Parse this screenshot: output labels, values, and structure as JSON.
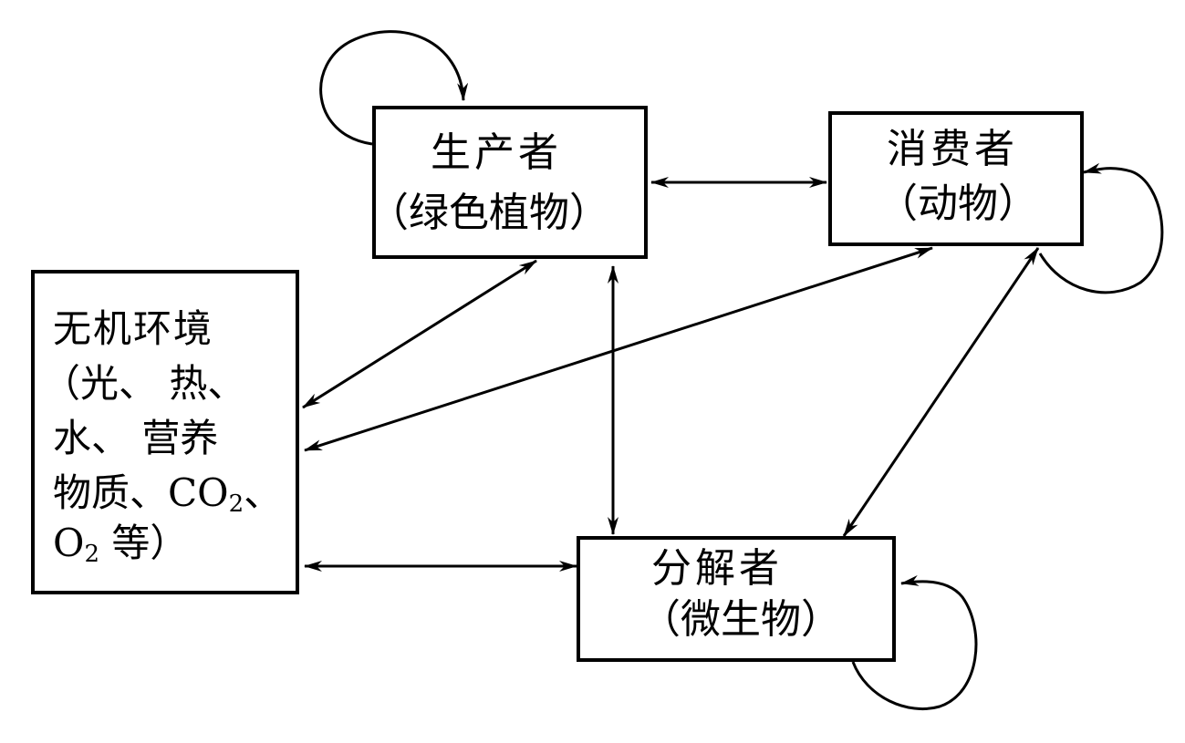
{
  "nodes": {
    "producer": {
      "title": "生产者",
      "subtitle": "（绿色植物）"
    },
    "consumer": {
      "title": "消费者",
      "subtitle": "（动物）"
    },
    "decomposer": {
      "title": "分解者",
      "subtitle": "（微生物）"
    },
    "environment": {
      "title": "无机环境",
      "lines": [
        "（光、 热、",
        "水、 营养",
        "物质、CO",
        "2",
        "、",
        "O",
        "2",
        " 等）"
      ]
    }
  },
  "edges": [
    {
      "from": "producer",
      "to": "consumer",
      "direction": "both"
    },
    {
      "from": "producer",
      "to": "environment",
      "direction": "both"
    },
    {
      "from": "consumer",
      "to": "environment",
      "direction": "both"
    },
    {
      "from": "producer",
      "to": "decomposer",
      "direction": "both"
    },
    {
      "from": "consumer",
      "to": "decomposer",
      "direction": "both"
    },
    {
      "from": "environment",
      "to": "decomposer",
      "direction": "both"
    },
    {
      "from": "producer",
      "to": "producer",
      "direction": "self-loop"
    },
    {
      "from": "consumer",
      "to": "consumer",
      "direction": "self-loop"
    },
    {
      "from": "decomposer",
      "to": "decomposer",
      "direction": "self-loop"
    }
  ]
}
